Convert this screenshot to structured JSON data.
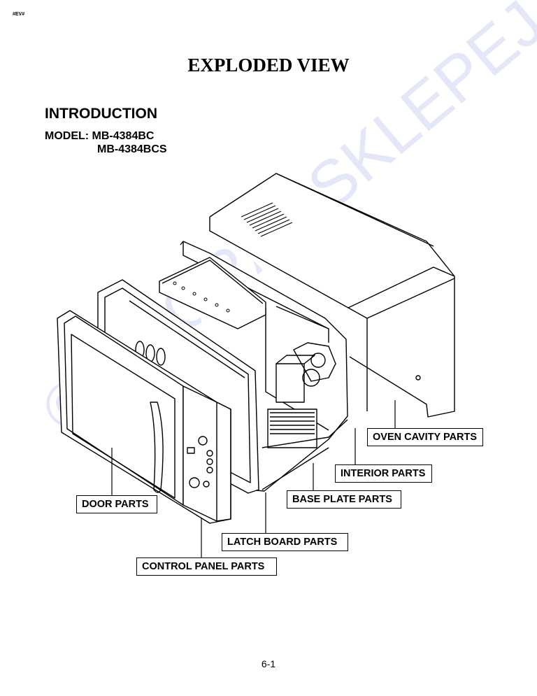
{
  "header_tag": "#EV#",
  "title": "EXPLODED VIEW",
  "section_heading": "INTRODUCTION",
  "model_line_1": "MODEL: MB-4384BC",
  "model_line_2": "MB-4384BCS",
  "watermark": "©DIAGRAMSKLEPEJ.cz",
  "labels": {
    "oven_cavity": "OVEN CAVITY PARTS",
    "interior": "INTERIOR PARTS",
    "base_plate": "BASE PLATE PARTS",
    "door": "DOOR PARTS",
    "latch_board": "LATCH BOARD PARTS",
    "control_panel": "CONTROL PANEL PARTS"
  },
  "page_number": "6-1"
}
